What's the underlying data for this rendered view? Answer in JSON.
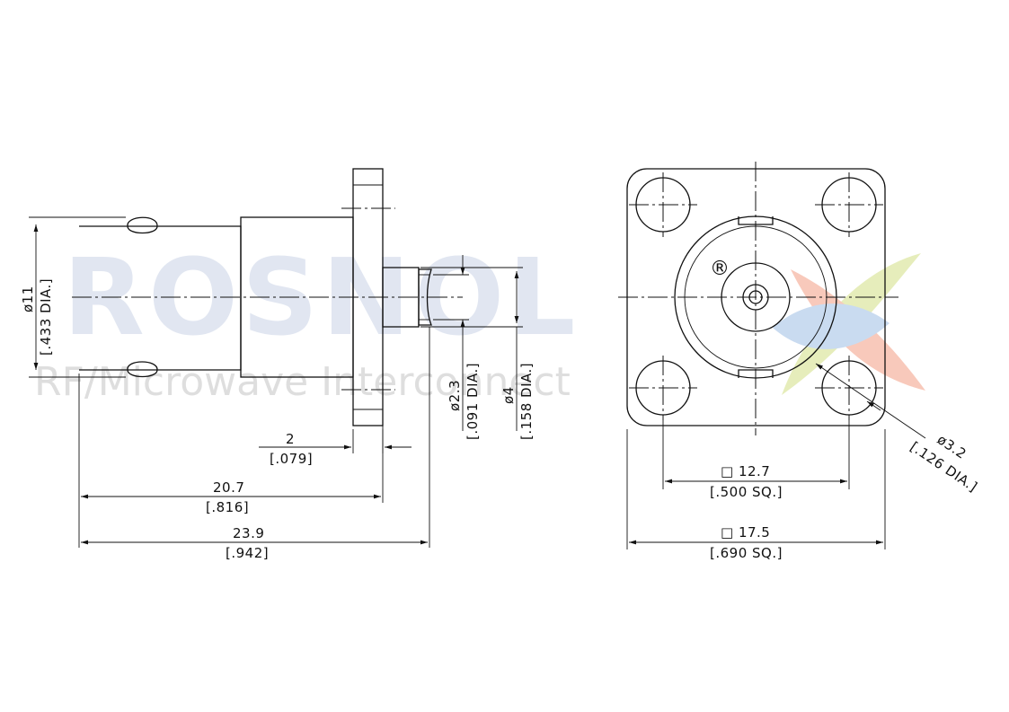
{
  "watermark": {
    "brand": "ROSNOL",
    "registered": "®",
    "tagline": "RF/Microwave Interconnect"
  },
  "dimensions": {
    "outer_dia": {
      "mm": "ø11",
      "inch": "[.433 DIA.]"
    },
    "pin_dia": {
      "mm": "ø2.3",
      "inch": "[.091 DIA.]"
    },
    "insulator_dia": {
      "mm": "ø4",
      "inch": "[.158 DIA.]"
    },
    "flange_thk": {
      "mm": "2",
      "inch": "[.079]"
    },
    "front_len": {
      "mm": "20.7",
      "inch": "[.816]"
    },
    "overall_len": {
      "mm": "23.9",
      "inch": "[.942]"
    },
    "hole_spacing": {
      "mm": "□ 12.7",
      "inch": "[.500 SQ.]"
    },
    "flange_size": {
      "mm": "□ 17.5",
      "inch": "[.690 SQ.]"
    },
    "hole_dia": {
      "mm": "ø3.2",
      "inch": "[.126 DIA.]"
    }
  },
  "colors": {
    "line": "#111111",
    "watermark": "#c9d3e6"
  }
}
